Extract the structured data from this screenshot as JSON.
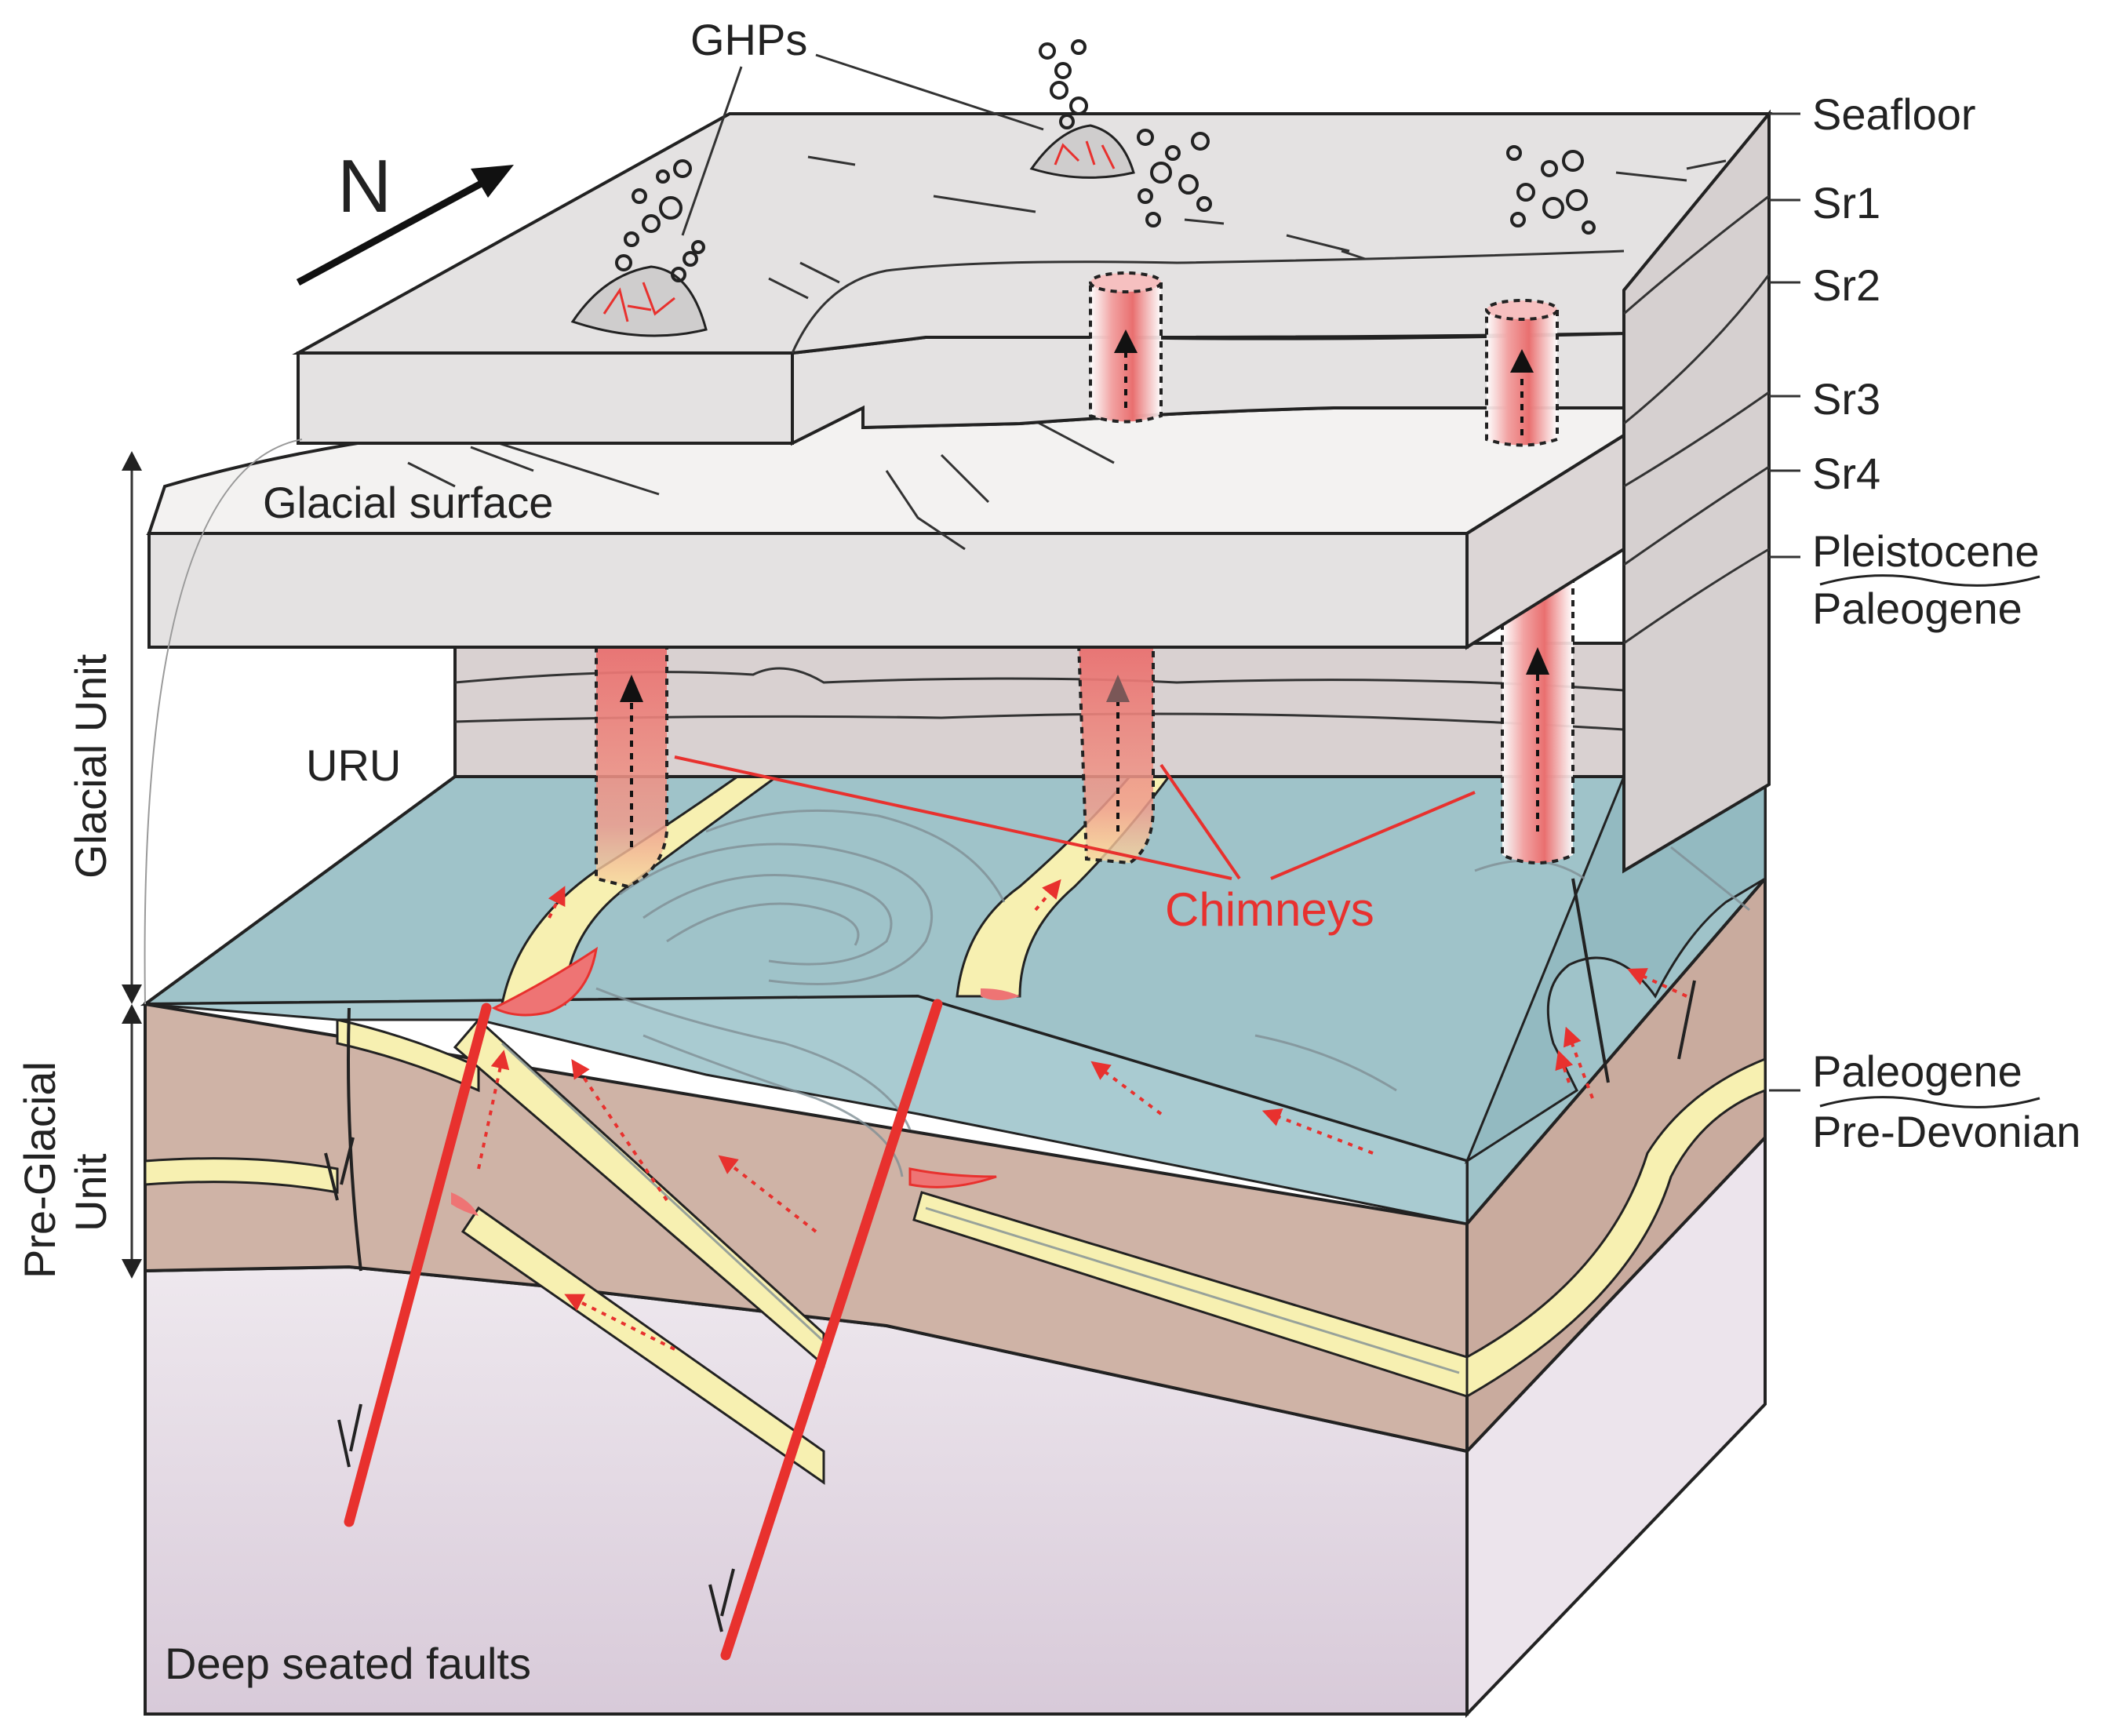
{
  "labels": {
    "ghps": "GHPs",
    "north": "N",
    "glacial_surface": "Glacial surface",
    "uru": "URU",
    "chimneys": "Chimneys",
    "glacial_unit": "Glacial Unit",
    "pre_glacial_unit_line1": "Pre-Glacial",
    "pre_glacial_unit_line2": "Unit",
    "deep_seated_faults": "Deep seated faults"
  },
  "right_horizons": {
    "seafloor": "Seafloor",
    "sr1": "Sr1",
    "sr2": "Sr2",
    "sr3": "Sr3",
    "sr4": "Sr4",
    "pleistocene": "Pleistocene",
    "paleogene_upper": "Paleogene",
    "paleogene_lower": "Paleogene",
    "pre_devonian": "Pre-Devonian"
  },
  "colors": {
    "glacial_grey": "#e4e2e2",
    "glacial_light": "#f1f0ef",
    "uru_block": "#d9d1d1",
    "paleogene_teal": "#9fc3c9",
    "bedrock_brown": "#cfb3a6",
    "sand_yellow": "#f7f0b1",
    "basement_lilac": "#e3d9e4",
    "fluid_red": "#e8312e",
    "chimney_pink": "#ee8a8a"
  }
}
